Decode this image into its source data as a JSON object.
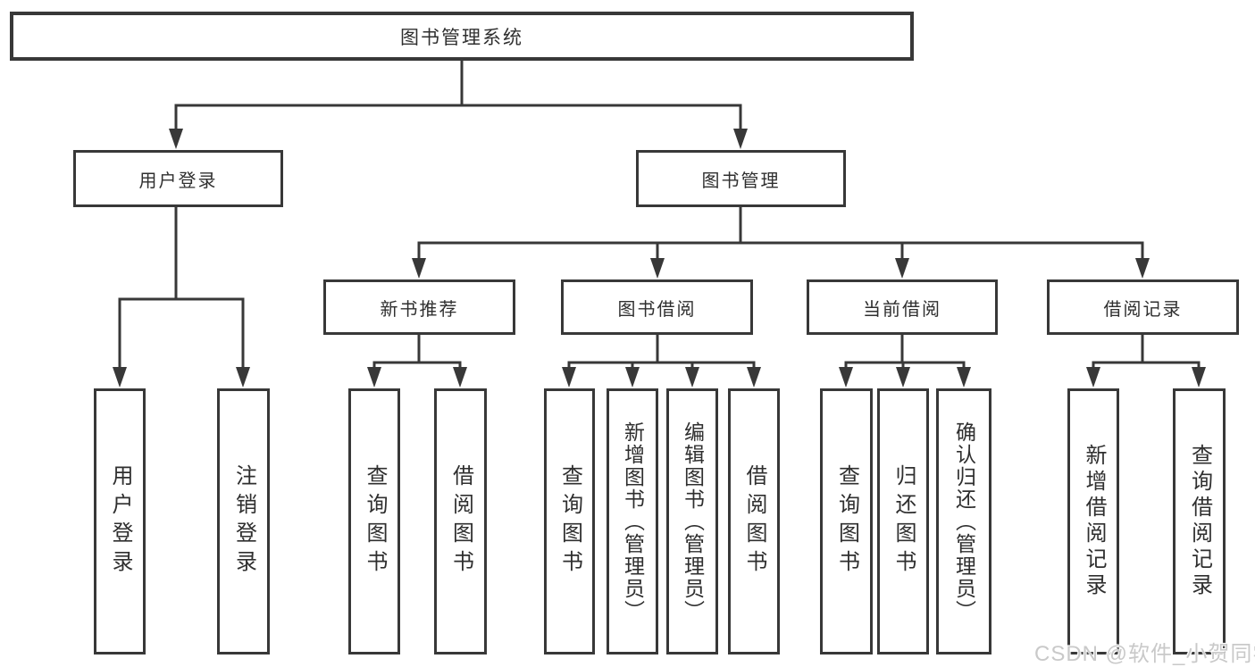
{
  "diagram": {
    "root": {
      "label": "图书管理系统"
    },
    "branches": [
      {
        "label": "用户登录"
      },
      {
        "label": "图书管理"
      }
    ],
    "modules": [
      {
        "label": "新书推荐"
      },
      {
        "label": "图书借阅"
      },
      {
        "label": "当前借阅"
      },
      {
        "label": "借阅记录"
      }
    ],
    "leaves": {
      "user_login": "用户登录",
      "logout": "注销登录",
      "rec_query_book": "查询图书",
      "rec_borrow_book": "借阅图书",
      "borrow_query_book": "查询图书",
      "borrow_add_book": "新增图书（管理员）",
      "borrow_edit_book": "编辑图书（管理员）",
      "borrow_borrow_book": "借阅图书",
      "current_query_book": "查询图书",
      "current_return_book": "归还图书",
      "current_confirm_return": "确认归还（管理员）",
      "record_add_record": "新增借阅记录",
      "record_query_record": "查询借阅记录"
    }
  },
  "watermark": {
    "text": "CSDN @软件_小贺同学",
    "color": "#c9c9c9"
  },
  "colors": {
    "line": "#383838",
    "text": "#2f2f2f",
    "background": "#ffffff"
  }
}
